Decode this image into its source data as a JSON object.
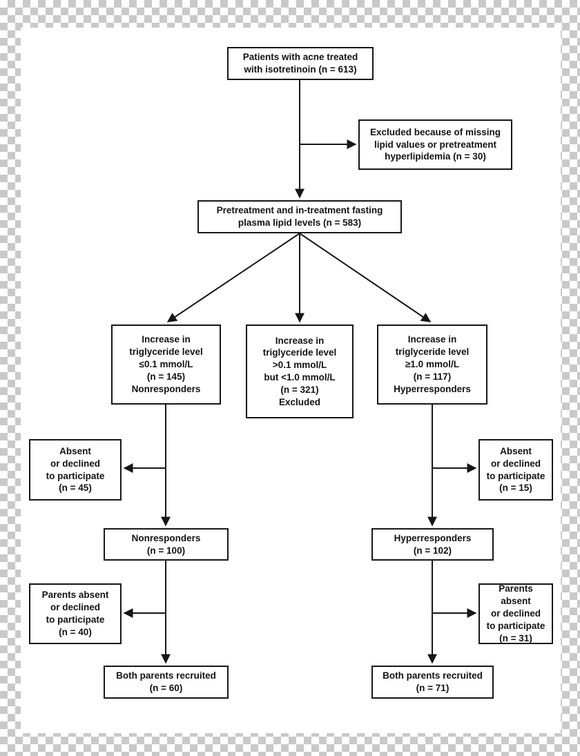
{
  "canvas": {
    "background": "#ffffff",
    "checker_color": "#c9c9c9",
    "line_color": "#161616"
  },
  "boxes": {
    "patients": {
      "text": "Patients with acne treated\nwith isotretinoin (n = 613)"
    },
    "excluded_missing": {
      "text": "Excluded because of missing\nlipid values or pretreatment\nhyperlipidemia (n = 30)"
    },
    "lipid_levels": {
      "text": "Pretreatment and in-treatment fasting\nplasma lipid levels (n = 583)"
    },
    "nonresponder_criteria": {
      "text": "Increase in\ntriglyceride level\n≤0.1 mmol/L\n(n = 145)\nNonresponders"
    },
    "excluded_mid": {
      "text": "Increase in\ntriglyceride level\n>0.1 mmol/L\nbut <1.0 mmol/L\n(n = 321)\nExcluded"
    },
    "hyperresponder_criteria": {
      "text": "Increase in\ntriglyceride level\n≥1.0 mmol/L\n(n = 117)\nHyperresponders"
    },
    "absent_left": {
      "text": "Absent\nor declined\nto participate\n(n = 45)"
    },
    "nonresponders": {
      "text": "Nonresponders\n(n = 100)"
    },
    "parents_absent_left": {
      "text": "Parents absent\nor declined\nto participate\n(n = 40)"
    },
    "both_parents_left": {
      "text": "Both parents recruited\n(n = 60)"
    },
    "absent_right": {
      "text": "Absent\nor declined\nto participate\n(n = 15)"
    },
    "hyperresponders": {
      "text": "Hyperresponders\n(n = 102)"
    },
    "parents_absent_right": {
      "text": "Parents absent\nor declined\nto participate\n(n = 31)"
    },
    "both_parents_right": {
      "text": "Both parents recruited\n(n = 71)"
    }
  }
}
